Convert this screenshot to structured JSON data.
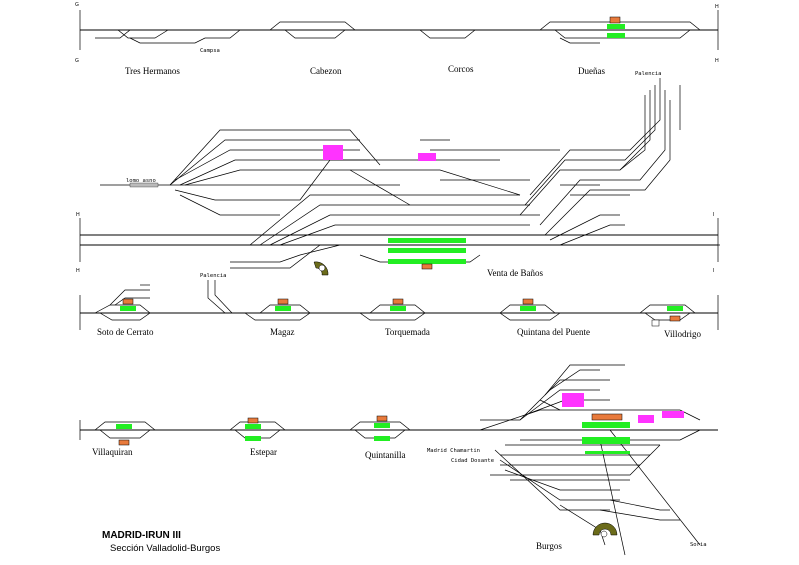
{
  "title": {
    "main": "MADRID-IRUN III",
    "sub": "Sección Valladolid-Burgos"
  },
  "colors": {
    "platform": "#22ee22",
    "warehouse": "#ff33ff",
    "building": "#e87a3c",
    "turntable": "#6b6b1a"
  },
  "stations": {
    "tres_hermanos": "Tres Hermanos",
    "cabezon": "Cabezon",
    "corcos": "Corcos",
    "duenas": "Dueñas",
    "venta_banos": "Venta de Baños",
    "soto": "Soto de Cerrato",
    "magaz": "Magaz",
    "torquemada": "Torquemada",
    "quintana": "Quintana del Puente",
    "villodrigo": "Villodrigo",
    "villaquiran": "Villaquiran",
    "estepar": "Estepar",
    "quintanilla": "Quintanilla",
    "burgos": "Burgos"
  },
  "small_labels": {
    "campsa": "Campsa",
    "palencia_top": "Palencia",
    "lomo_asno": "lomo asno",
    "palencia_mid": "Palencia",
    "madrid_chamartin": "Madrid Chamartin",
    "cidad_dosante": "Cidad Dosante",
    "soria": "Soria"
  },
  "edge_marks": {
    "g1": "G",
    "g2": "G",
    "h1": "H",
    "h2": "H",
    "h3": "H",
    "h4": "H",
    "i1": "I",
    "i2": "I"
  }
}
